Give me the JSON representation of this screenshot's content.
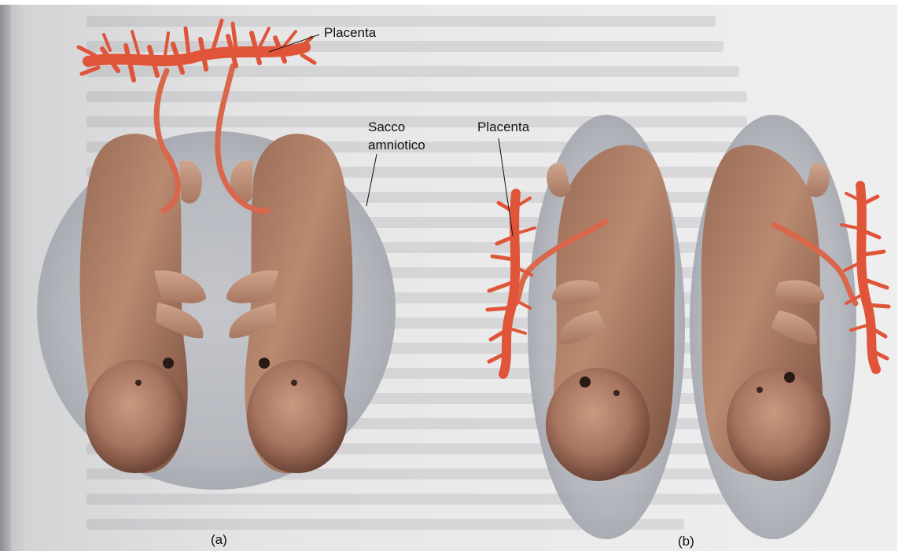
{
  "labels": {
    "placenta_a": "Placenta",
    "amniotic_sac_line1": "Sacco",
    "amniotic_sac_line2": "amniotico",
    "placenta_b": "Placenta",
    "panel_a": "(a)",
    "panel_b": "(b)"
  },
  "colors": {
    "sac": "#b6b8bf",
    "embryo_skin": "#b07d63",
    "embryo_shadow": "#6f4536",
    "placenta": "#e0553a",
    "page_background": "#e9e9ea"
  },
  "panels": [
    {
      "id": "a",
      "type": "monochorionic-twins-single-sac-shared-placenta"
    },
    {
      "id": "b",
      "type": "twins-separate-sacs-separate-placentas"
    }
  ]
}
